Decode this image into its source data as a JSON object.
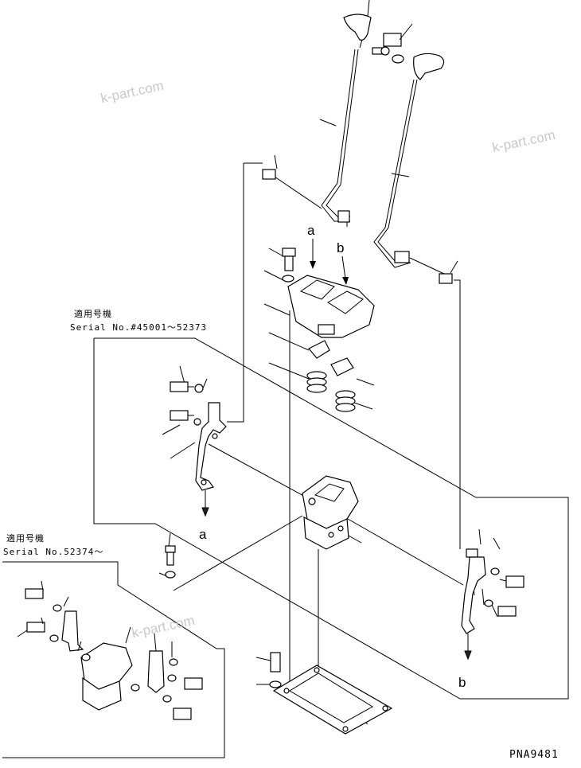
{
  "watermarks": [
    "k-part.com",
    "k-part.com",
    "k-part.com"
  ],
  "serial_blocks": [
    {
      "heading": "適用号機",
      "serial": "Serial No.#45001～52373"
    },
    {
      "heading": "適用号機",
      "serial": "Serial No.52374～"
    }
  ],
  "callouts": {
    "a_top": "a",
    "b_top": "b",
    "a_bottom": "a",
    "b_bottom": "b"
  },
  "drawing_code": "PNA9481"
}
